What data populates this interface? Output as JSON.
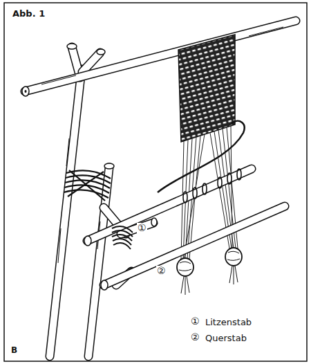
{
  "diagram": {
    "labels": [
      "Abb. 1",
      "①",
      "②",
      "①",
      "Litzenstab",
      "②",
      "Querstab",
      "B"
    ]
  }
}
